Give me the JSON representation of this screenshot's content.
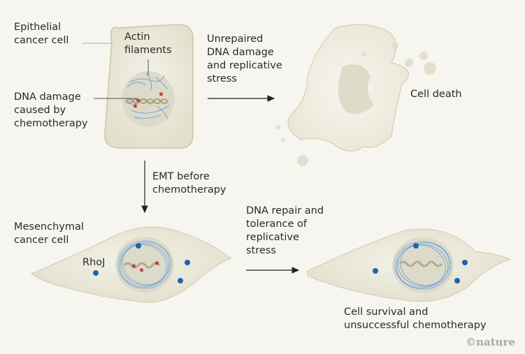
{
  "figure": {
    "labels": {
      "epithelial_cell": "Epithelial\ncancer cell",
      "actin_filaments": "Actin\nfilaments",
      "dna_damage": "DNA damage\ncaused by\nchemotherapy",
      "unrepaired": "Unrepaired\nDNA damage\nand replicative\nstress",
      "cell_death": "Cell death",
      "emt": "EMT before\nchemotherapy",
      "mesenchymal_cell": "Mesenchymal\ncancer cell",
      "rhoj": "RhoJ",
      "dna_repair": "DNA repair and\ntolerance of\nreplicative\nstress",
      "cell_survival": "Cell survival and\nunsuccessful chemotherapy"
    },
    "credit": "©nature",
    "colors": {
      "background": "#f6f5ef",
      "cell_fill": "#e8e6d6",
      "cell_outline": "#c9c4a6",
      "nucleus": "#dcdacb",
      "actin": "#6aa0d8",
      "dna": "#b5ab8c",
      "damage_star": "#c8262b",
      "rhoj_dot": "#1f63ad"
    }
  }
}
